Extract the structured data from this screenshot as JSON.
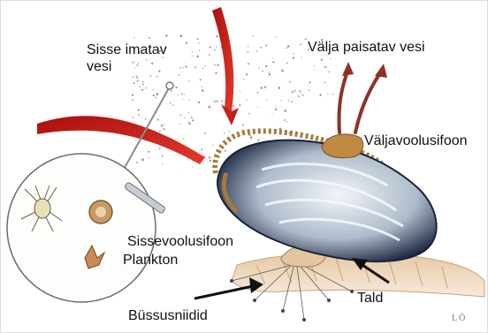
{
  "labels": {
    "inflow_water": "Sisse imatav\nvesi",
    "outflow_water": "Välja paisatav vesi",
    "exhalant_siphon": "Väljavoolusifoon",
    "inhalant_siphon": "Sissevoolusifoon",
    "plankton": "Plankton",
    "foot": "Tald",
    "byssus_threads": "Büssusniidid"
  },
  "signature": "LÖ",
  "colors": {
    "flow_arrow": "#d81e1e",
    "exhalant_arrow": "#8c3224",
    "shell_dark": "#1f2a44",
    "shell_light": "#e8eef3",
    "mantle_edge": "#a57a3c",
    "sediment": "#d8b48c",
    "label_arrow": "#111111"
  },
  "icons": [
    "inflow-arrow-icon",
    "outflow-arrow-icon",
    "magnifier-icon",
    "mussel-shell-icon",
    "plankton-organism-icon"
  ]
}
